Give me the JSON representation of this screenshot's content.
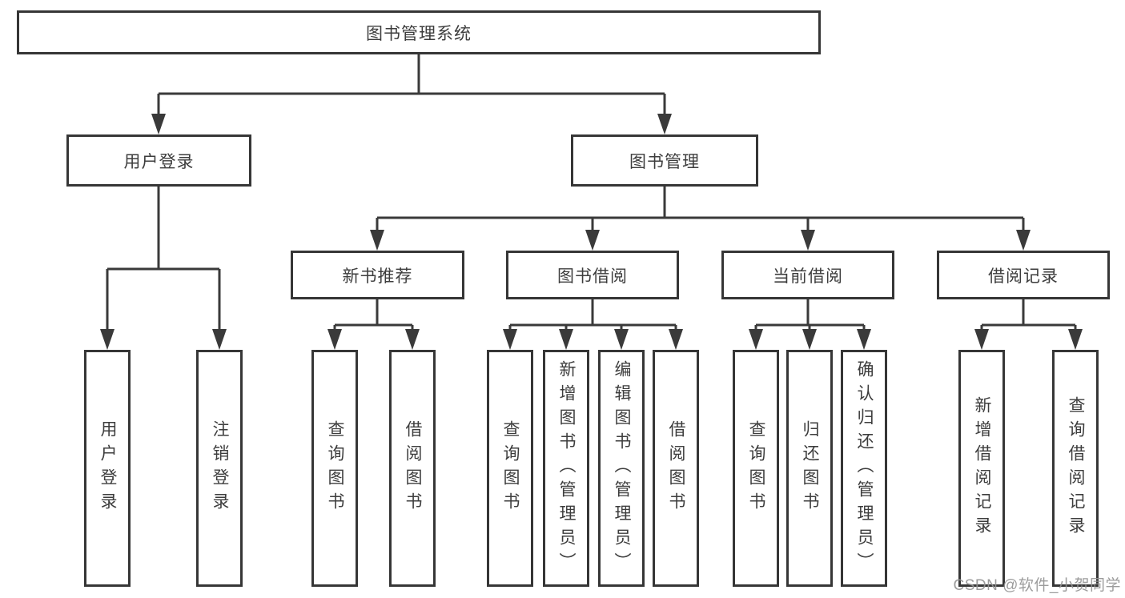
{
  "diagram": {
    "type": "tree",
    "title": "图书管理系统",
    "nodes": {
      "root": {
        "label": "图书管理系统"
      },
      "user_login": {
        "label": "用户登录"
      },
      "book_mgmt": {
        "label": "图书管理"
      },
      "new_book_rec": {
        "label": "新书推荐"
      },
      "book_borrow": {
        "label": "图书借阅"
      },
      "current_borrow": {
        "label": "当前借阅"
      },
      "borrow_records": {
        "label": "借阅记录"
      },
      "leaf_user_login": {
        "label": "用户登录"
      },
      "leaf_logout_login": {
        "label": "注销登录"
      },
      "leaf_nbr_query_book": {
        "label": "查询图书"
      },
      "leaf_nbr_borrow_book": {
        "label": "借阅图书"
      },
      "leaf_bb_query_book": {
        "label": "查询图书"
      },
      "leaf_bb_add_book": {
        "label": "新增图书（管理员）"
      },
      "leaf_bb_edit_book": {
        "label": "编辑图书（管理员）"
      },
      "leaf_bb_borrow_book": {
        "label": "借阅图书"
      },
      "leaf_cb_query_book": {
        "label": "查询图书"
      },
      "leaf_cb_return_book": {
        "label": "归还图书"
      },
      "leaf_cb_confirm_return": {
        "label": "确认归还（管理员）"
      },
      "leaf_br_add_record": {
        "label": "新增借阅记录"
      },
      "leaf_br_query_record": {
        "label": "查询借阅记录"
      }
    },
    "hierarchy": {
      "root": [
        "user_login",
        "book_mgmt"
      ],
      "user_login": [
        "leaf_user_login",
        "leaf_logout_login"
      ],
      "book_mgmt": [
        "new_book_rec",
        "book_borrow",
        "current_borrow",
        "borrow_records"
      ],
      "new_book_rec": [
        "leaf_nbr_query_book",
        "leaf_nbr_borrow_book"
      ],
      "book_borrow": [
        "leaf_bb_query_book",
        "leaf_bb_add_book",
        "leaf_bb_edit_book",
        "leaf_bb_borrow_book"
      ],
      "current_borrow": [
        "leaf_cb_query_book",
        "leaf_cb_return_book",
        "leaf_cb_confirm_return"
      ],
      "borrow_records": [
        "leaf_br_add_record",
        "leaf_br_query_record"
      ]
    }
  },
  "watermark": {
    "text": "CSDN @软件_小贺同学"
  },
  "colors": {
    "line": "#3a3a3a",
    "box_border": "#363636",
    "text": "#3d3d3d",
    "watermark": "#949494",
    "background": "#ffffff"
  }
}
